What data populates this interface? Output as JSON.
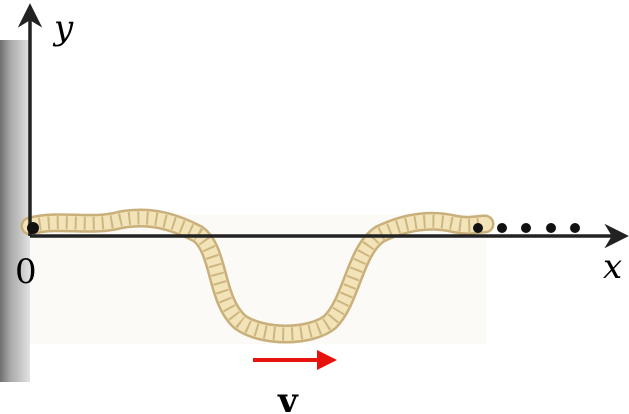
{
  "labels": {
    "y_axis": "y",
    "x_axis": "x",
    "origin": "0",
    "velocity": "v"
  },
  "colors": {
    "axis": "#222222",
    "rope_fill": "#f3e3b8",
    "rope_edge": "#c9b07a",
    "velocity_arrow": "#e8120c",
    "wall_dark": "#7a7a7a",
    "wall_light": "#d8d8d8"
  },
  "icons": {
    "wall": "fixed-wall",
    "rope": "twisted-rope",
    "continuation": "dots"
  }
}
